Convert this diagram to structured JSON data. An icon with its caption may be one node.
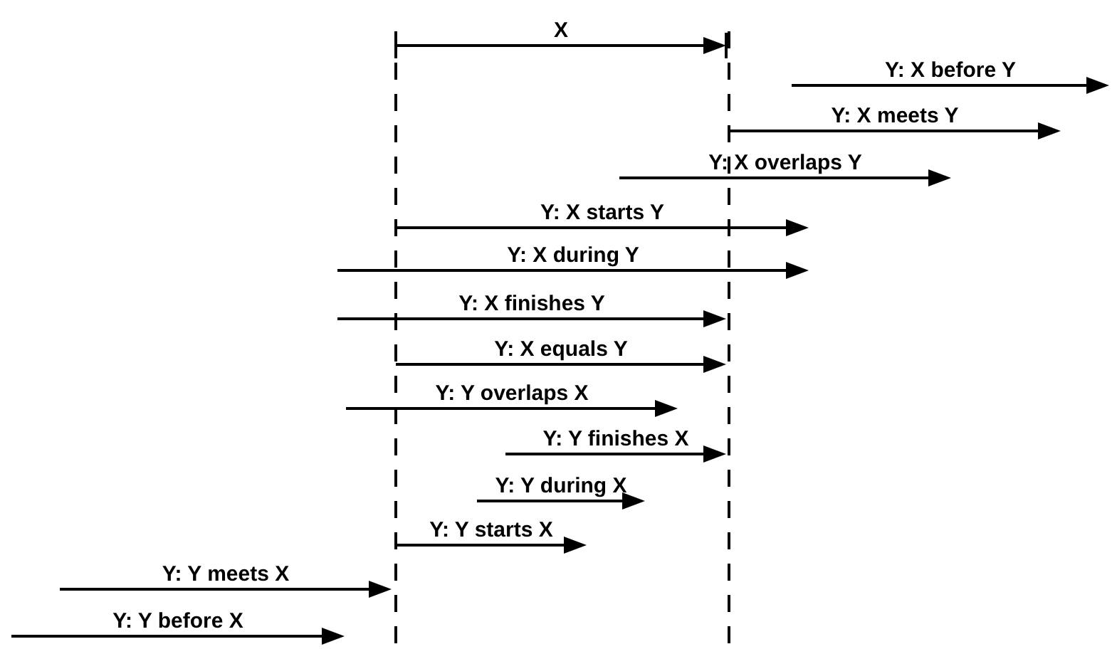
{
  "diagram": {
    "labels": [
      "X",
      "Y: X before Y",
      "Y: X meets Y",
      "Y: X overlaps Y",
      "Y: X starts Y",
      "Y: X during Y",
      "Y: X finishes Y",
      "Y: X equals Y",
      "Y: Y overlaps X",
      "Y: Y finishes X",
      "Y: Y during X",
      "Y: Y starts X",
      "Y: Y meets X",
      "Y: Y before X"
    ]
  }
}
